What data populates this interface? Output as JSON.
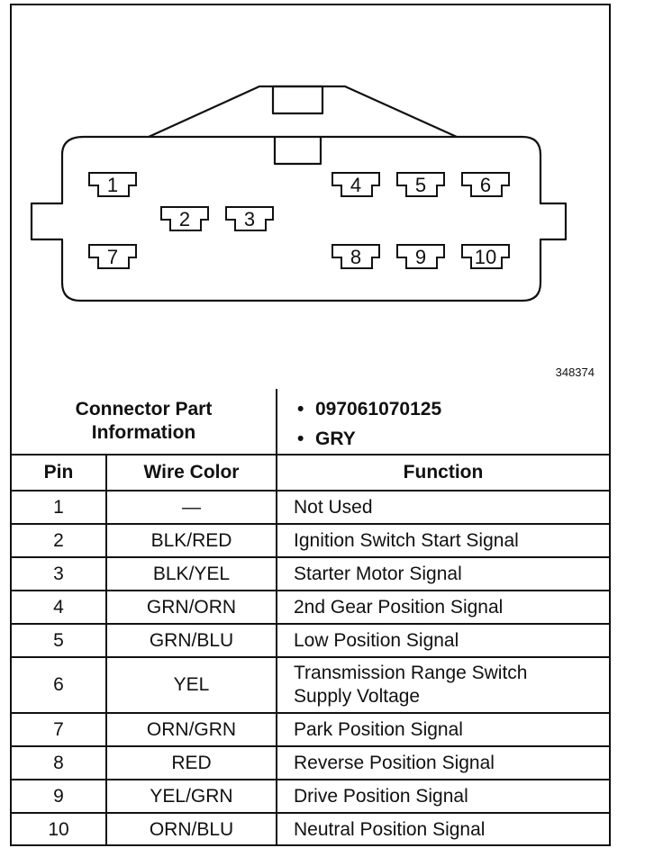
{
  "figure_number": "348374",
  "connector": {
    "pins": [
      "1",
      "2",
      "3",
      "4",
      "5",
      "6",
      "7",
      "8",
      "9",
      "10"
    ]
  },
  "part_info": {
    "label_line1": "Connector Part",
    "label_line2": "Information",
    "values": [
      "097061070125",
      "GRY"
    ]
  },
  "table": {
    "headers": {
      "pin": "Pin",
      "wire_color": "Wire Color",
      "function": "Function"
    },
    "rows": [
      {
        "pin": "1",
        "wire_color": "—",
        "function": "Not Used"
      },
      {
        "pin": "2",
        "wire_color": "BLK/RED",
        "function": "Ignition Switch Start Signal"
      },
      {
        "pin": "3",
        "wire_color": "BLK/YEL",
        "function": "Starter Motor Signal"
      },
      {
        "pin": "4",
        "wire_color": "GRN/ORN",
        "function": "2nd Gear Position Signal"
      },
      {
        "pin": "5",
        "wire_color": "GRN/BLU",
        "function": "Low Position Signal"
      },
      {
        "pin": "6",
        "wire_color": "YEL",
        "function_line1": "Transmission Range Switch",
        "function_line2": "Supply Voltage"
      },
      {
        "pin": "7",
        "wire_color": "ORN/GRN",
        "function": "Park Position Signal"
      },
      {
        "pin": "8",
        "wire_color": "RED",
        "function": "Reverse Position Signal"
      },
      {
        "pin": "9",
        "wire_color": "YEL/GRN",
        "function": "Drive Position Signal"
      },
      {
        "pin": "10",
        "wire_color": "ORN/BLU",
        "function": "Neutral Position Signal"
      }
    ]
  }
}
